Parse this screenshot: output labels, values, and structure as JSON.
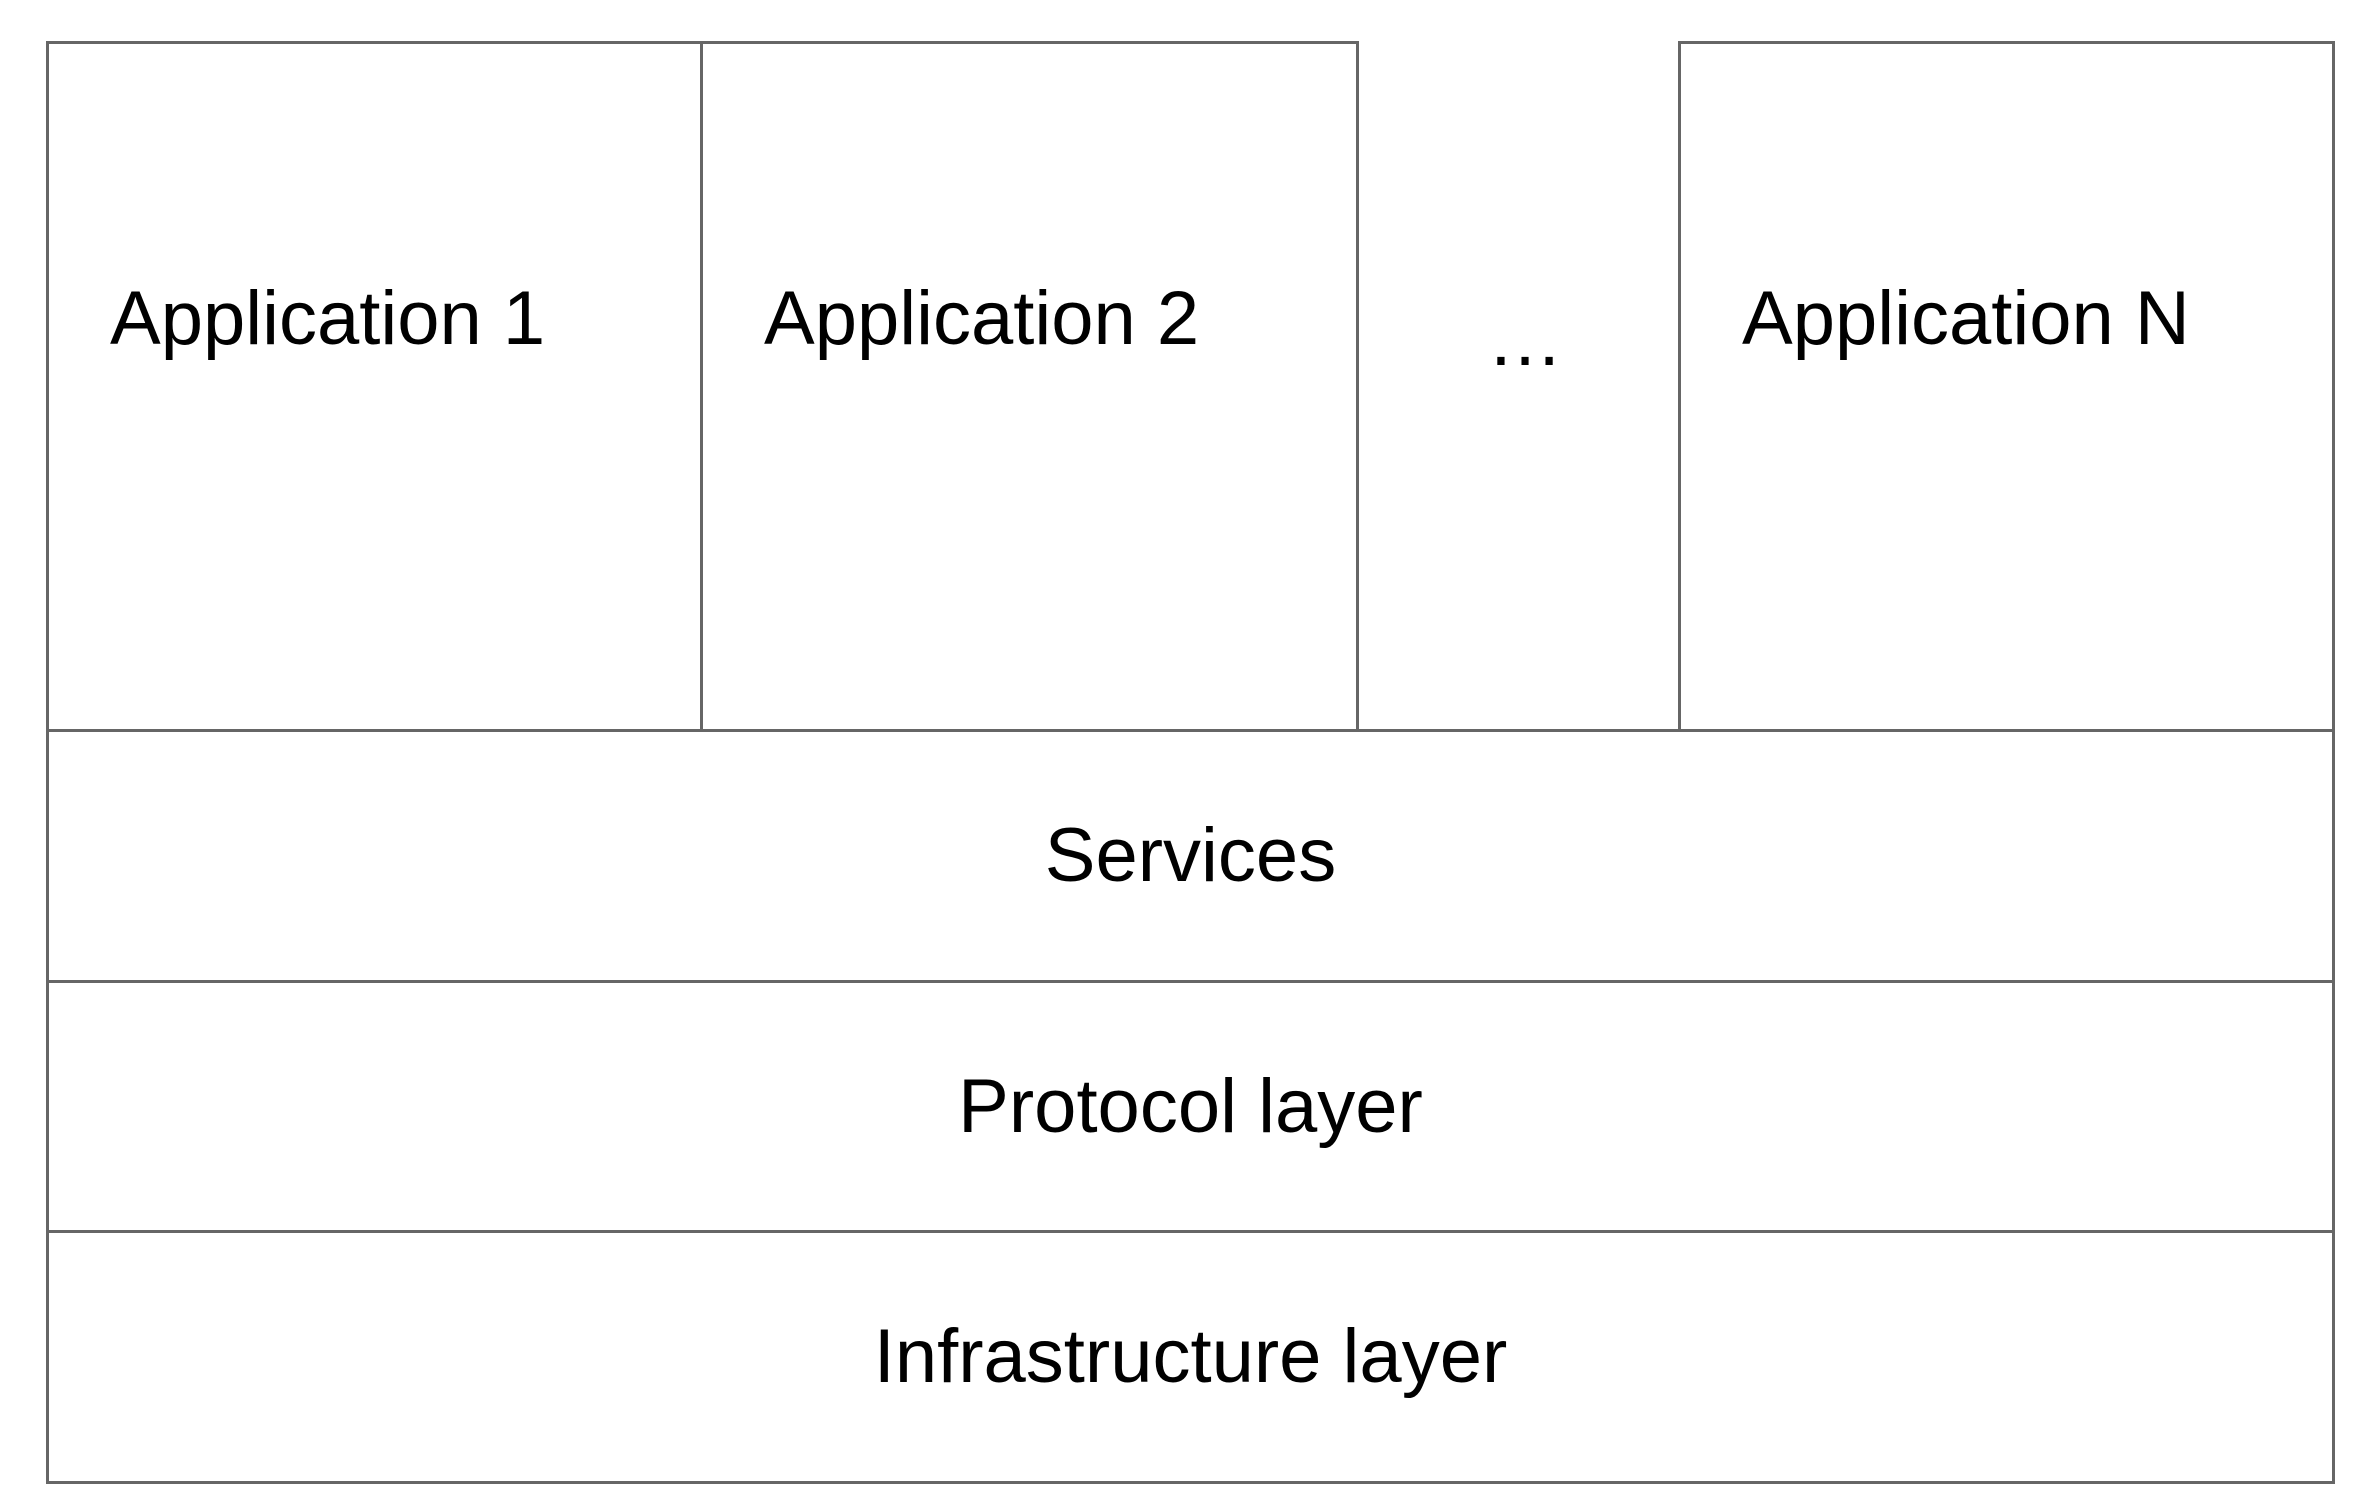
{
  "applications": [
    {
      "label": "Application 1"
    },
    {
      "label": "Application 2"
    },
    {
      "label": "Application N"
    }
  ],
  "ellipsis": "…",
  "layers": {
    "services": "Services",
    "protocol": "Protocol layer",
    "infrastructure": "Infrastructure layer"
  },
  "colors": {
    "border": "#666666",
    "background": "#ffffff",
    "text": "#000000"
  }
}
